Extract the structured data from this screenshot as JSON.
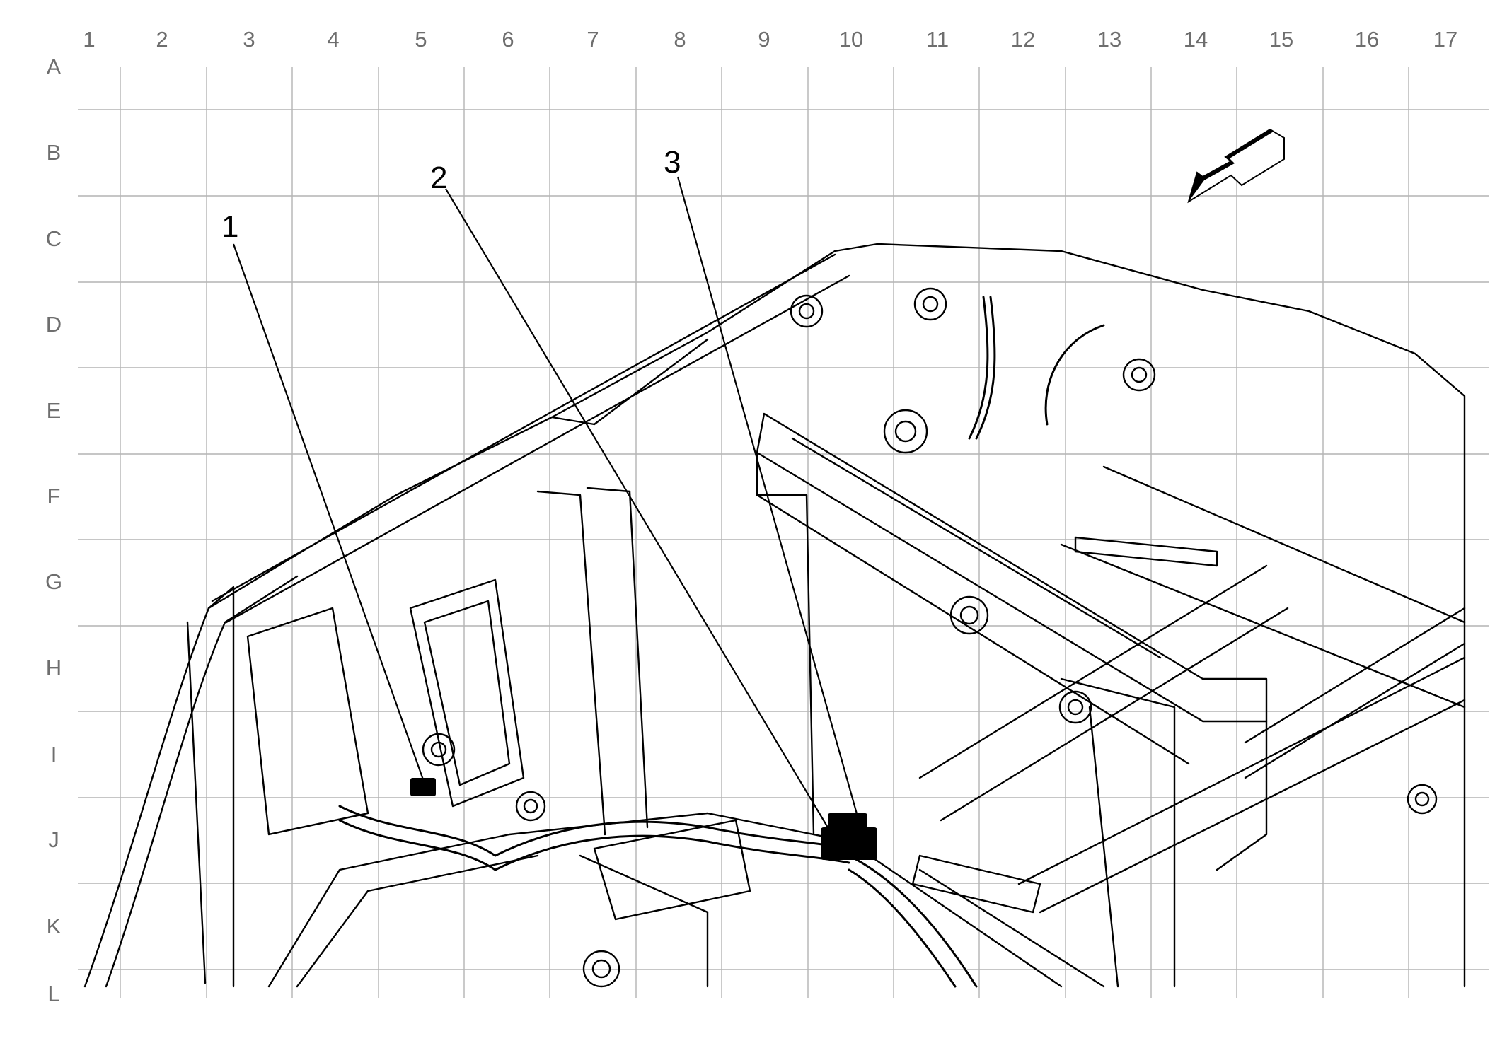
{
  "grid": {
    "columns": [
      "1",
      "2",
      "3",
      "4",
      "5",
      "6",
      "7",
      "8",
      "9",
      "10",
      "11",
      "12",
      "13",
      "14",
      "15",
      "16",
      "17"
    ],
    "rows": [
      "A",
      "B",
      "C",
      "D",
      "E",
      "F",
      "G",
      "H",
      "I",
      "J",
      "K",
      "L"
    ]
  },
  "callouts": [
    {
      "label": "1"
    },
    {
      "label": "2"
    },
    {
      "label": "3"
    }
  ],
  "direction_arrow": {
    "icon": "front-direction-arrow-icon"
  },
  "colors": {
    "line": "#000000",
    "grid": "#b4b4b4",
    "labels": "#6e6e6e",
    "background": "#ffffff"
  }
}
